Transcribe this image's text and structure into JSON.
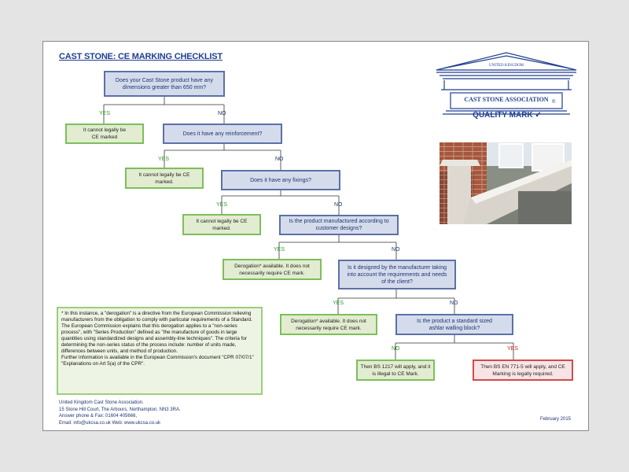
{
  "title": "CAST STONE: CE MARKING CHECKLIST",
  "logo": {
    "top_text": "UNITED KINGDOM",
    "name": "CAST STONE ASSOCIATION",
    "registered": "®",
    "quality_mark": "QUALITY MARK ✓"
  },
  "questions": {
    "q1": "Does your Cast Stone product have any dimensions greater than 650 mm?",
    "q2": "Does it have any reinforcement?",
    "q3": "Does it have any fixings?",
    "q4": "Is the product manufactured according to customer designs?",
    "q5": "Is it designed by the manufacturer taking into account the requirements and needs of the client?",
    "q6": "Is the product a standard sized ashlar walling block?"
  },
  "outcomes": {
    "o1": "It cannot legally be CE marked",
    "o2": "It cannot legally be CE marked.",
    "o3": "It cannot legally be CE marked.",
    "o4": "Derogation* available. It does not necessarily require CE mark.",
    "o5": "Derogation* available. It does not necessarily require CE mark.",
    "o6": "Then BS 1217 will apply, and it is illegal to CE Mark.",
    "o7": "Then BS EN 771-5 will apply, and CE Marking is legally required."
  },
  "labels": {
    "yes": "YES",
    "no": "NO"
  },
  "note": "* In this instance, a \"derogation\" is a directive from the European Commission relieving manufacturers from the obligation to comply with particular requirements of a Standard.\nThe European Commission explains that this derogation applies to a \"non-series process\", with \"Series Production\" defined as \"the manufacture of goods in large quantities using standardized designs and assembly-line techniques\". The criteria for determining the non-series status of the process include: number of units made, differences between units, and method of production.\nFurther information is available in the European Commission's document \"CPR 07/07/1\" \"Explanations on Art 5(a) of the CPR\".",
  "address": "United Kingdom Cast Stone Association.\n15 Stone Hill Court, The Arbours, Northampton. NN3 3RA.\nAnswer phone & Fax: 01604 405666,\nEmail: info@ukcsa.co.uk  Web: www.ukcsa.co.uk",
  "date": "February 2015",
  "colors": {
    "question_fill": "#d4dcec",
    "question_border": "#5c70a8",
    "outcome_fill": "#e2ecd0",
    "outcome_border": "#7cbf5a",
    "required_fill": "#f8e4e4",
    "required_border": "#d34a4a",
    "title": "#1f3f8f"
  }
}
